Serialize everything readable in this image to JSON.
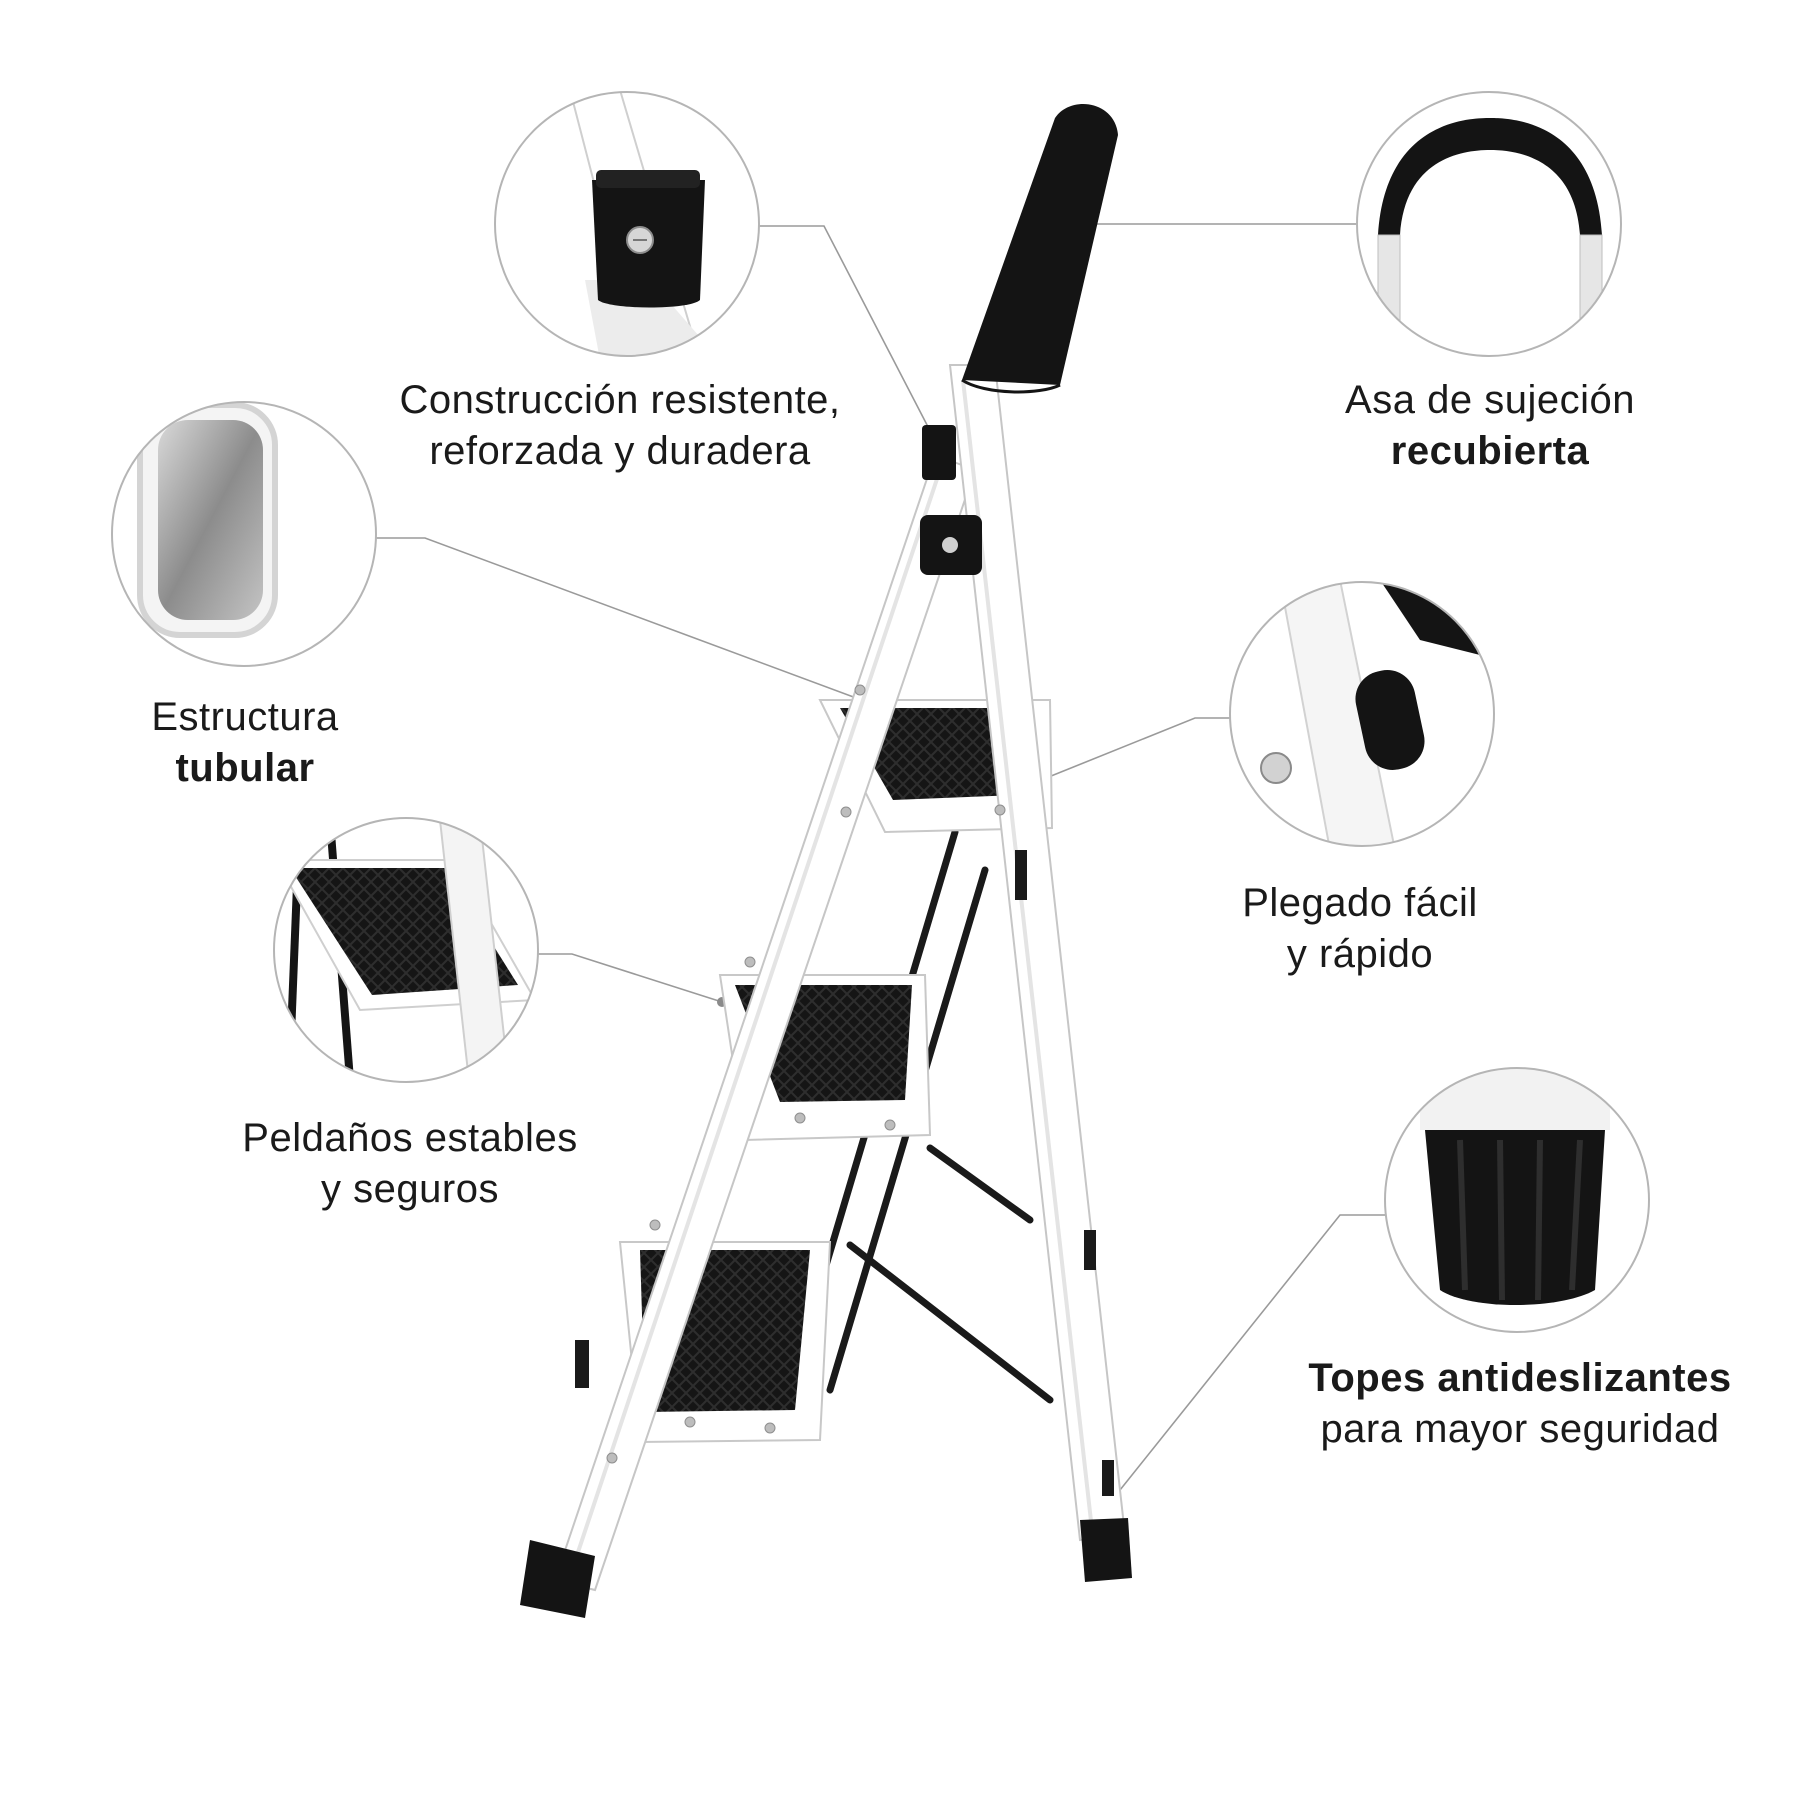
{
  "features": [
    {
      "id": "construccion",
      "line1": "Construcción resistente,",
      "line2": "reforzada y duradera",
      "bold_line": 0
    },
    {
      "id": "asa",
      "line1": "Asa de sujeción",
      "line2": "recubierta",
      "bold_line": 2
    },
    {
      "id": "estructura",
      "line1": "Estructura",
      "line2": "tubular",
      "bold_line": 2
    },
    {
      "id": "plegado",
      "line1": "Plegado fácil",
      "line2": "y rápido",
      "bold_line": 0
    },
    {
      "id": "peldanos",
      "line1": "Peldaños estables",
      "line2": "y seguros",
      "bold_line": 0
    },
    {
      "id": "topes",
      "line1": "Topes antideslizantes",
      "line2": "para mayor seguridad",
      "bold_line": 1
    }
  ],
  "colors": {
    "frame": "#ffffff",
    "frame_edge": "#c8c8c8",
    "rubber": "#141414",
    "callout_line": "#9a9a9a",
    "circle_border": "#b5b5b5"
  }
}
